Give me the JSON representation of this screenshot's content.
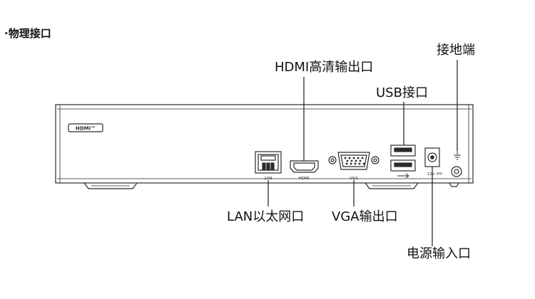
{
  "section": {
    "bullet": "·",
    "title": "物理接口"
  },
  "labels": {
    "ground": "接地端",
    "hdmi_out": "HDMI高清输出口",
    "usb": "USB接口",
    "lan": "LAN以太网口",
    "vga_out": "VGA输出口",
    "power_in": "电源输入口"
  },
  "device": {
    "logo_text": "HDMI™",
    "port_lan": "LAN",
    "port_hdmi": "HDMI",
    "port_vga": "VGA",
    "port_power": "12V"
  },
  "colors": {
    "line": "#2a2a2a",
    "chassis_fill": "#ffffff",
    "port_fill": "#ffffff"
  }
}
